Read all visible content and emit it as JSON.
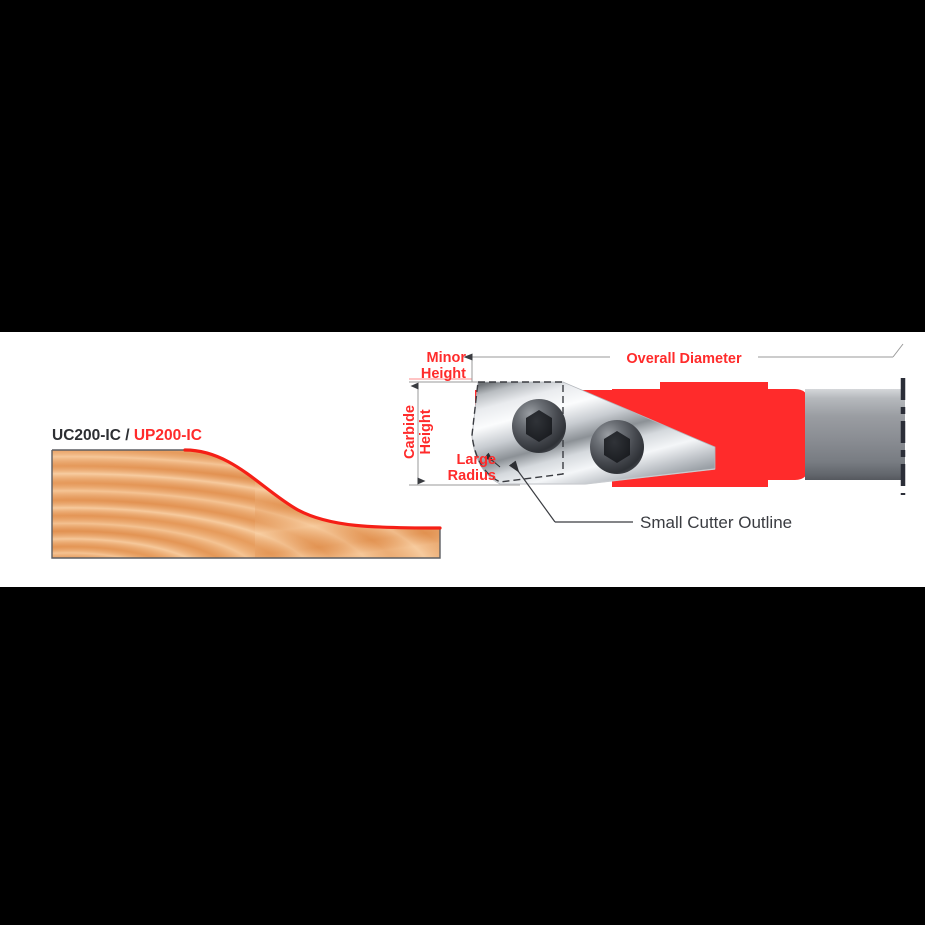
{
  "figure": {
    "background_color": "#000000",
    "panel_color": "#ffffff",
    "accent_red": "#ff2b2b",
    "dark_text": "#2d2f33",
    "wood_color": "#e8a15e"
  },
  "profile": {
    "title_part_1": "UC200-IC",
    "title_separator": " / ",
    "title_part_2": "UP200-IC",
    "shape_name": "cove-profile-wood-section"
  },
  "cutter": {
    "labels": {
      "minor_height_line_1": "Minor",
      "minor_height_line_2": "Height",
      "carbide_height_line_1": "Carbide",
      "carbide_height_line_2": "Height",
      "large_radius_line_1": "Large",
      "large_radius_line_2": "Radius",
      "overall_diameter": "Overall Diameter",
      "small_cutter_outline": "Small Cutter Outline"
    },
    "body_color": "#ff2b2b",
    "shank_color": "#8a8d93",
    "insert_color": "#d8dade",
    "screw_color": "#3c3f45",
    "screw_count": 2
  }
}
